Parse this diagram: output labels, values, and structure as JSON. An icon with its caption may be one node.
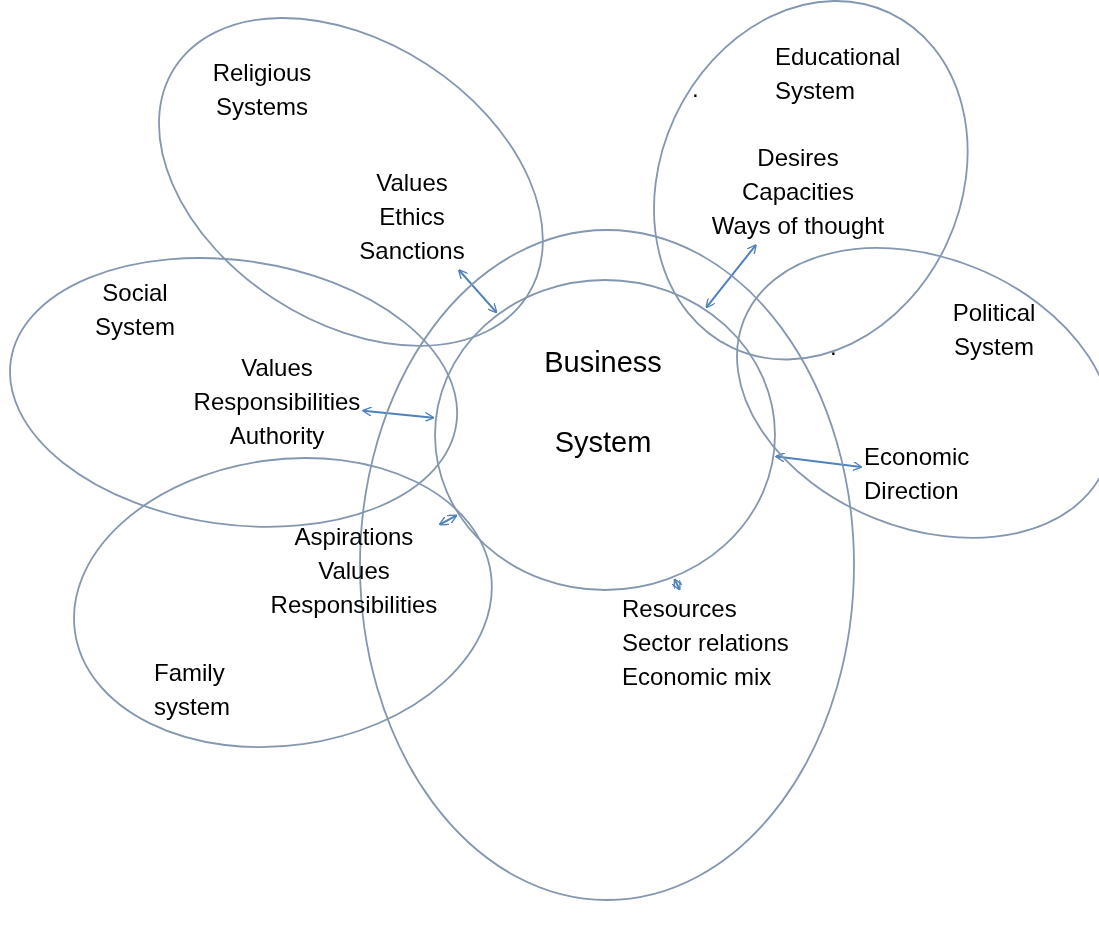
{
  "diagram": {
    "nodes": [
      {
        "text": [
          "Religious Systems"
        ]
      },
      {
        "text": [
          "Values Ethics Sanctions"
        ],
        "in": 0
      },
      {
        "text": [
          "Educational System"
        ]
      },
      {
        "text": [
          "Desires Capacities Ways of thought"
        ],
        "in": 2
      },
      {
        "text": [
          "Social System"
        ]
      },
      {
        "text": [
          "Values Responsibilities Authority"
        ],
        "in": 4
      },
      {
        "text": [
          "Political System"
        ]
      },
      {
        "text": [],
        "shape": "ellipse"
      },
      {
        "text": [
          "Business System"
        ],
        "in": 7
      },
      {
        "text": [
          "Economic Direction"
        ],
        "in": 6
      },
      {
        "text": [
          "Family system"
        ]
      },
      {
        "text": [
          "Aspirations Values Responsibilities"
        ],
        "in": 10
      },
      {
        "text": [
          "Resources Sector relations Economic mix"
        ],
        "in": 7
      }
    ],
    "edges": [
      {
        "from": 1,
        "to": 8,
        "arrow": "both"
      },
      {
        "from": 3,
        "to": 8,
        "arrow": "both"
      },
      {
        "from": 5,
        "to": 8,
        "arrow": "both"
      },
      {
        "from": 11,
        "to": 8,
        "arrow": "both"
      },
      {
        "from": 8,
        "to": 9,
        "arrow": "both"
      },
      {
        "from": 8,
        "to": 12,
        "arrow": "both"
      }
    ],
    "labels": [
      ".",
      "."
    ]
  }
}
